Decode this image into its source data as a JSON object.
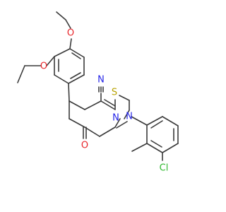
{
  "molecule": {
    "atom_labels": {
      "methoxy_o": "O",
      "ethoxy_o": "O",
      "ring_s": "S",
      "ring_n_left": "N",
      "ring_n_right": "N",
      "nitrile_n": "N",
      "carbonyl_o": "O",
      "chloro": "Cl"
    },
    "colors": {
      "bond": "#3a3a3a",
      "oxygen": "#e8262b",
      "nitrogen": "#2424e8",
      "sulfur": "#b8a200",
      "chlorine": "#2eb82e"
    }
  }
}
